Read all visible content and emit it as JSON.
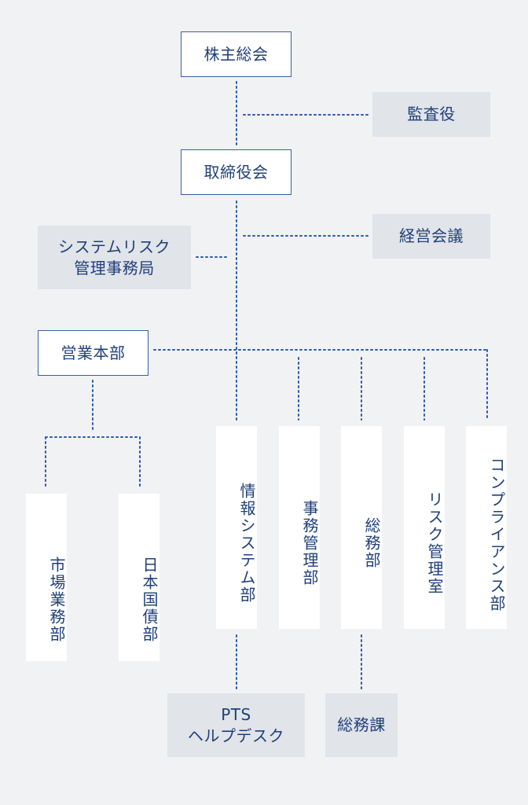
{
  "nodes": {
    "shareholders_meeting": "株主総会",
    "auditor": "監査役",
    "board": "取締役会",
    "management_council": "経営会議",
    "system_risk_office": [
      "システムリスク",
      "管理事務局"
    ],
    "sales_hq": "営業本部",
    "market_ops": "市場業務部",
    "jgb": "日本国債部",
    "info_systems": "情報システム部",
    "admin_mgmt": "事務管理部",
    "general_affairs": "総務部",
    "risk_mgmt": "リスク管理室",
    "compliance": "コンプライアンス部",
    "pts_helpdesk": [
      "PTS",
      "ヘルプデスク"
    ],
    "general_affairs_section": "総務課"
  },
  "colors": {
    "line": "#2f5aa8",
    "text": "#1f3f7a",
    "outline_border": "#3a5fa0",
    "gray_box": "#e1e4e8",
    "background": "#f1f2f4"
  }
}
